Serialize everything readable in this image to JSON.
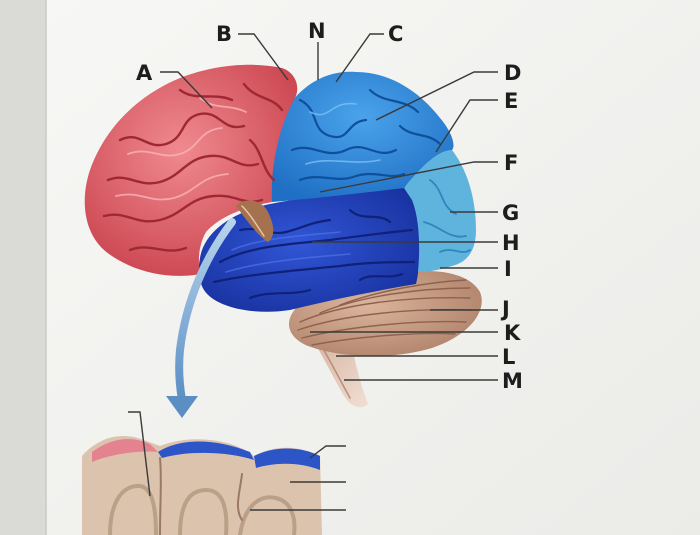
{
  "figure": {
    "labels": [
      {
        "id": "A",
        "text": "A"
      },
      {
        "id": "B",
        "text": "B"
      },
      {
        "id": "N",
        "text": "N"
      },
      {
        "id": "C",
        "text": "C"
      },
      {
        "id": "D",
        "text": "D"
      },
      {
        "id": "E",
        "text": "E"
      },
      {
        "id": "F",
        "text": "F"
      },
      {
        "id": "G",
        "text": "G"
      },
      {
        "id": "H",
        "text": "H"
      },
      {
        "id": "I",
        "text": "I"
      },
      {
        "id": "J",
        "text": "J"
      },
      {
        "id": "K",
        "text": "K"
      },
      {
        "id": "L",
        "text": "L"
      },
      {
        "id": "M",
        "text": "M"
      }
    ],
    "colors": {
      "page_background": "#f3f3f1",
      "frontal_lobe": "#d9545e",
      "parietal_lobe": "#2b86d6",
      "occipital_lobe": "#5fb4de",
      "temporal_lobe": "#1f3fb8",
      "cerebellum": "#c49a80",
      "brainstem": "#d9b7a6",
      "arrow": "#7aa6cf",
      "cortex_slice": "#dcc3ad"
    }
  }
}
